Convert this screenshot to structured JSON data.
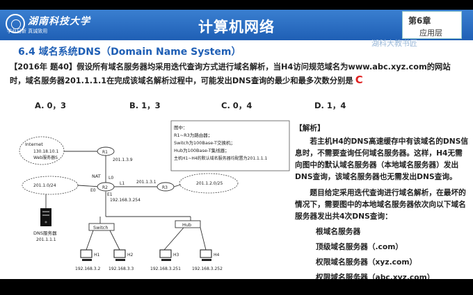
{
  "header": {
    "logo_name": "湖南科技大学",
    "logo_motto": "学业日新  真诚致用",
    "title": "计算机网络",
    "chapter": "第6章",
    "chapter_sub": "应用层",
    "watermark": "湖科大教书匠"
  },
  "section_title": "6.4 域名系统DNS（Domain Name System）",
  "question": {
    "text": "【2016年 题40】假设所有域名服务器均采用迭代查询方式进行域名解析，当H4访问规范域名为www.abc.xyz.com的网站时，域名服务器201.1.1.1在完成该域名解析过程中，可能发出DNS查询的最少和最多次数分别是",
    "answer": "C"
  },
  "options": [
    "A. 0，3",
    "B. 1，3",
    "C. 0，4",
    "D. 1，4"
  ],
  "legend": {
    "title": "图中：",
    "lines": [
      "R1~R3为路由器；",
      "Switch为100Base-T交换机；",
      "Hub为100Base-T集线器；",
      "主机H1~H4的默认域名服务器均配置为201.1.1.1"
    ]
  },
  "diagram": {
    "internet_label": "Internet",
    "web_ip": "130.18.10.1",
    "web_label": "Web服务器S",
    "r1": "R1",
    "r2": "R2",
    "r3": "R3",
    "r1_r2_net": "201.1.3.9",
    "nat": "NAT",
    "l0": "L0",
    "l1": "L1",
    "e0": "E0",
    "e1": "E1",
    "r2_r3_net": "201.1.3.1",
    "left_cloud": "201.1.0/24",
    "right_cloud": "201.1.2.0/25",
    "e1_ip": "192.168.3.254",
    "dns_label": "DNS服务器",
    "dns_ip": "201.1.1.1",
    "switch": "Switch",
    "hub": "Hub",
    "hosts": [
      {
        "name": "H1",
        "ip": "192.168.3.2"
      },
      {
        "name": "H2",
        "ip": "192.168.3.3"
      },
      {
        "name": "H3",
        "ip": "192.168.3.251"
      },
      {
        "name": "H4",
        "ip": "192.168.3.252"
      }
    ]
  },
  "explanation": {
    "title": "【解析】",
    "p1": "若主机H4的DNS高速缓存中有该域名的DNS信息时，不需要查询任何域名服务器。这样，H4无需向图中的默认域名服务器（本地域名服务器）发出DNS查询，该域名服务器也无需发出DNS查询。",
    "p2": "题目给定采用迭代查询进行域名解析，在最坏的情况下，需要图中的本地域名服务器依次向以下域名服务器发出共4次DNS查询：",
    "items": [
      "根域名服务器",
      "顶级域名服务器（.com）",
      "权限域名服务器（xyz.com）",
      "权限域名服务器（abc.xyz.com）"
    ]
  }
}
